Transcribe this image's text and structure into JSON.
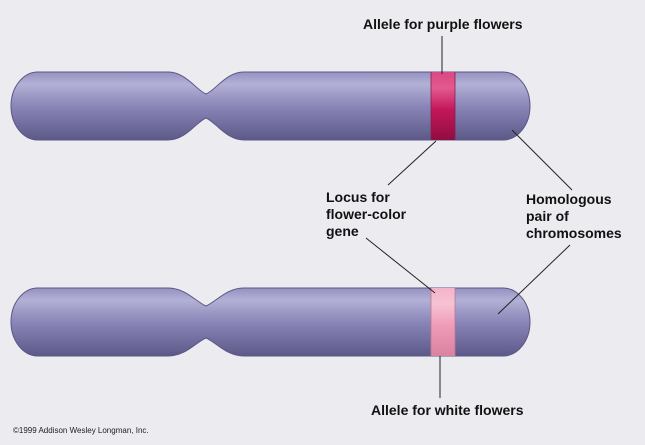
{
  "labels": {
    "allele_purple": "Allele for purple flowers",
    "locus": "Locus for\nflower-color\ngene",
    "homologous": "Homologous\npair of\nchromosomes",
    "allele_white": "Allele for white flowers"
  },
  "copyright": "©1999 Addison Wesley Longman, Inc.",
  "colors": {
    "background": "#ececf0",
    "chromosome_body": "#8a86b8",
    "chromosome_shadow": "#5c5888",
    "chromosome_highlight": "#b3b0d6",
    "purple_allele_band": "#c4175b",
    "white_allele_band": "#ef9bb7",
    "leader_line": "#222222"
  }
}
